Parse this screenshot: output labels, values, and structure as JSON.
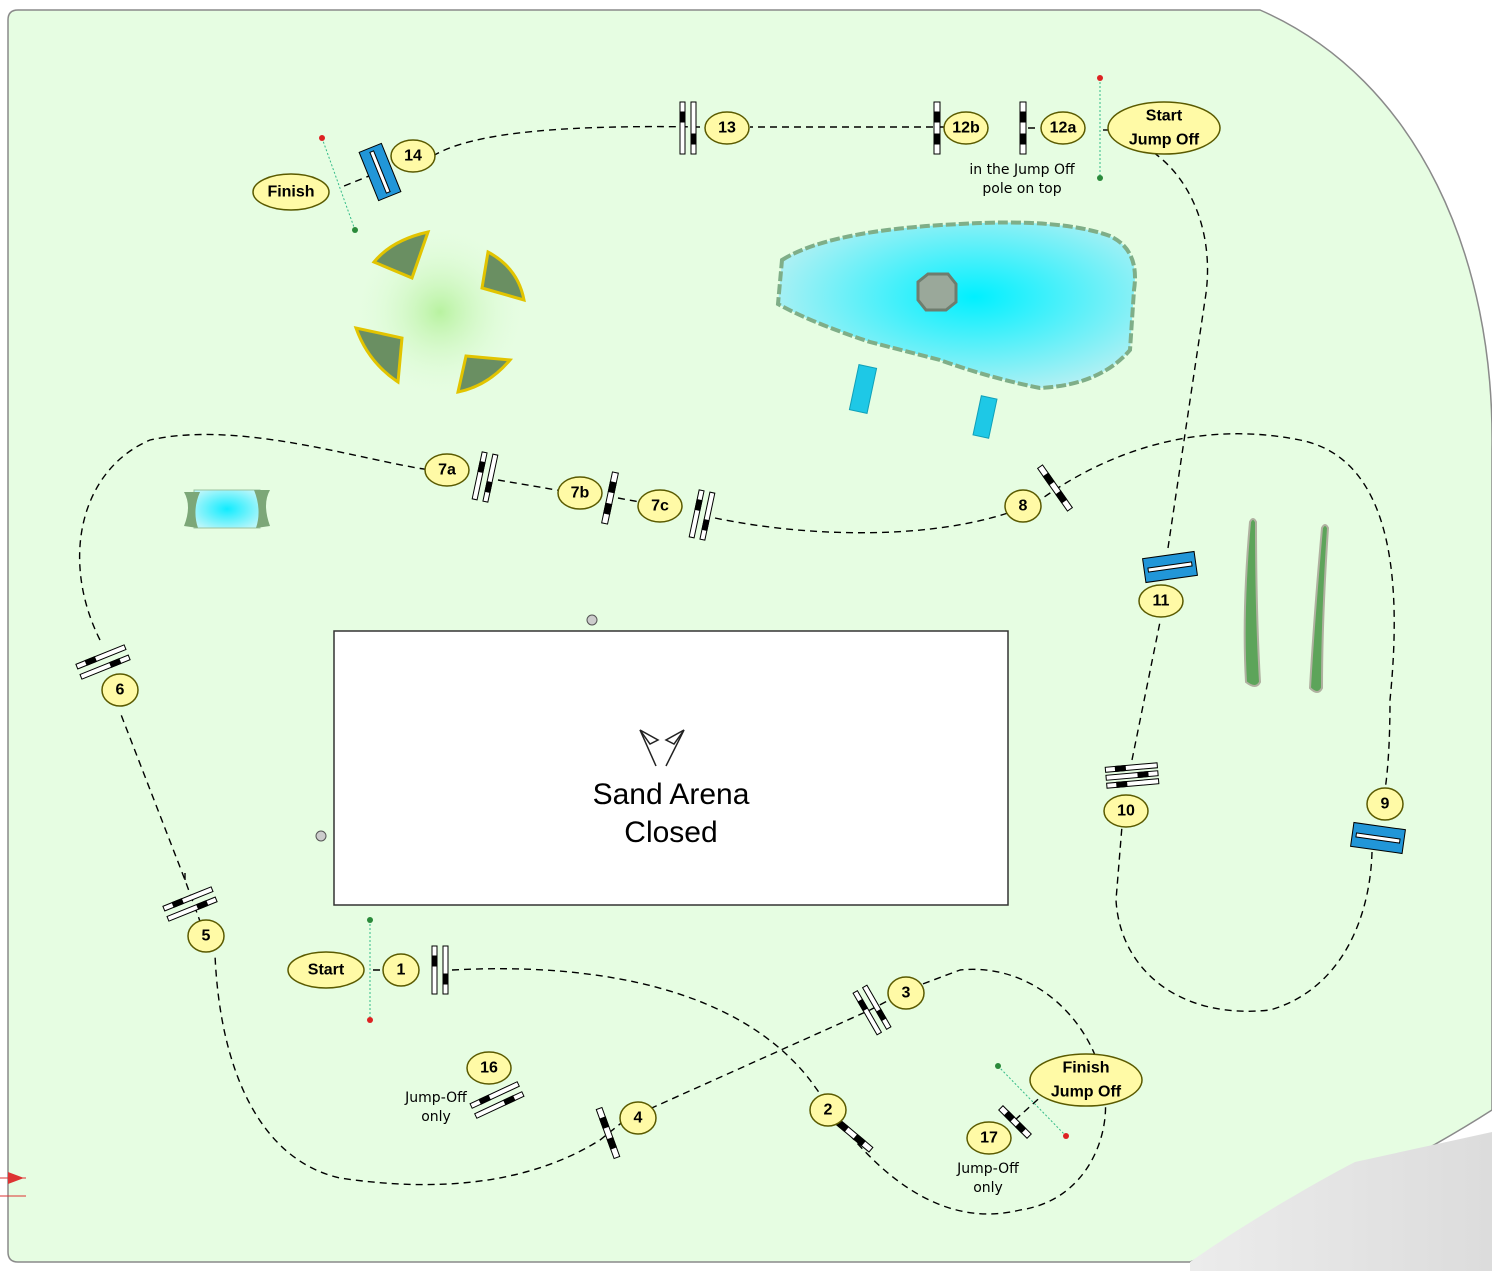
{
  "arena": {
    "label_line1": "Sand Arena",
    "label_line2": "Closed",
    "icon": "crossed-flags-icon"
  },
  "markers": {
    "start": "Start",
    "finish": "Finish",
    "start_jump_off": [
      "Start",
      "Jump Off"
    ],
    "finish_jump_off": [
      "Finish",
      "Jump Off"
    ]
  },
  "fences": [
    "1",
    "2",
    "3",
    "4",
    "5",
    "6",
    "7a",
    "7b",
    "7c",
    "8",
    "9",
    "10",
    "11",
    "12a",
    "12b",
    "13",
    "14",
    "16",
    "17"
  ],
  "notes": {
    "jump_off_pole": [
      "in the Jump Off",
      "pole on top"
    ],
    "fence16": [
      "Jump-Off",
      "only"
    ],
    "fence17": [
      "Jump-Off",
      "only"
    ]
  },
  "colors": {
    "field": "#e6fde2",
    "field_border": "#8a8a8a",
    "label_fill": "#fffaa6",
    "water": "#1ec8e6",
    "water_jump": "#2196d8",
    "arena_fill": "#ffffff"
  }
}
